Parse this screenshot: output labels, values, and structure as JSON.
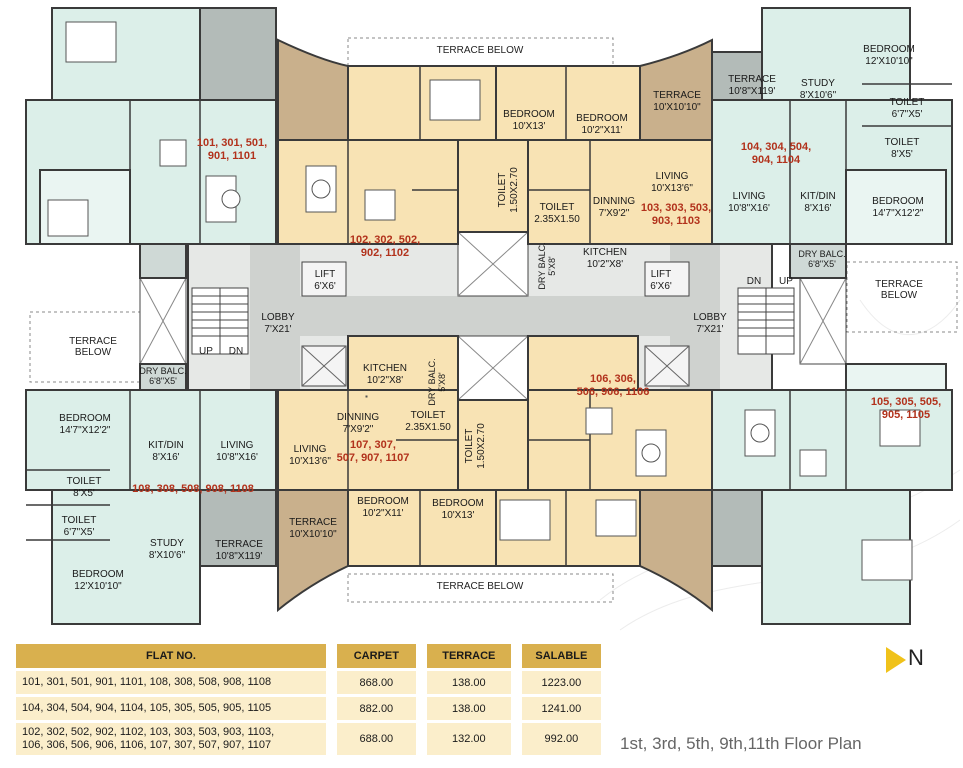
{
  "flats": {
    "f101": [
      "101, 301, 501,",
      "901, 1101"
    ],
    "f102": [
      "102, 302, 502,",
      "902, 1102"
    ],
    "f103": [
      "103, 303, 503,",
      "903, 1103"
    ],
    "f104": [
      "104, 304, 504,",
      "904, 1104"
    ],
    "f105": [
      "105, 305, 505,",
      "905, 1105"
    ],
    "f106": [
      "106, 306,",
      "506, 906, 1106"
    ],
    "f107": [
      "107, 307,",
      "507, 907, 1107"
    ],
    "f108": [
      "108, 308, 508, 908, 1108"
    ]
  },
  "rooms": {
    "bedroom_tl": {
      "name": "BEDROOM",
      "dim": "12'X10'10\""
    },
    "terrace_top_left": {
      "name": "TERRACE",
      "dim": "10'8\"X119'"
    },
    "study_tr": {
      "name": "STUDY",
      "dim": "8'X10'6\""
    },
    "toilet_tr1": {
      "name": "TOILET",
      "dim": "6'7\"X5'"
    },
    "toilet_tr2": {
      "name": "TOILET",
      "dim": "8'X5'"
    },
    "living_104": {
      "name": "LIVING",
      "dim": "10'8\"X16'"
    },
    "kitdin_104": {
      "name": "KIT/DIN",
      "dim": "8'X16'"
    },
    "bedroom_104": {
      "name": "BEDROOM",
      "dim": "14'7\"X12'2\""
    },
    "drybalc_104": {
      "name": "DRY BALC.",
      "dim": "6'8\"X5'"
    },
    "terrace_103": {
      "name": "TERRACE",
      "dim": "10'X10'10\""
    },
    "bedroom_103a": {
      "name": "BEDROOM",
      "dim": "10'X13'"
    },
    "bedroom_103b": {
      "name": "BEDROOM",
      "dim": "10'2\"X11'"
    },
    "living_103": {
      "name": "LIVING",
      "dim": "10'X13'6\""
    },
    "dinning_103": {
      "name": "DINNING",
      "dim": "7'X9'2\""
    },
    "toilet_103": {
      "name": "TOILET",
      "dim": "2.35X1.50"
    },
    "toilet_103v": {
      "name": "TOILET",
      "dim": "1.50X2.70"
    },
    "kitchen_103": {
      "name": "KITCHEN",
      "dim": "10'2\"X8'"
    },
    "drybalc_103": {
      "name": "DRY BALC.",
      "dim": "5'X8'"
    },
    "lift_left": {
      "name": "LIFT",
      "dim": "6'X6'"
    },
    "lift_right": {
      "name": "LIFT",
      "dim": "6'X6'"
    },
    "lobby_left": {
      "name": "LOBBY",
      "dim": "7'X21'"
    },
    "lobby_right": {
      "name": "LOBBY",
      "dim": "7'X21'"
    },
    "kitchen_107": {
      "name": "KITCHEN",
      "dim": "10'2\"X8'"
    },
    "drybalc_107": {
      "name": "DRY BALC.",
      "dim": "5'X8'"
    },
    "dinning_107": {
      "name": "DINNING",
      "dim": "7'X9'2\""
    },
    "toilet_107": {
      "name": "TOILET",
      "dim": "2.35X1.50"
    },
    "toilet_107v": {
      "name": "TOILET",
      "dim": "1.50X2.70"
    },
    "living_107": {
      "name": "LIVING",
      "dim": "10'X13'6\""
    },
    "bedroom_107a": {
      "name": "BEDROOM",
      "dim": "10'2\"X11'"
    },
    "bedroom_107b": {
      "name": "BEDROOM",
      "dim": "10'X13'"
    },
    "terrace_107": {
      "name": "TERRACE",
      "dim": "10'X10'10\""
    },
    "drybalc_108": {
      "name": "DRY BALC.",
      "dim": "6'8\"X5'"
    },
    "bedroom_108": {
      "name": "BEDROOM",
      "dim": "14'7\"X12'2\""
    },
    "kitdin_108": {
      "name": "KIT/DIN",
      "dim": "8'X16'"
    },
    "living_108": {
      "name": "LIVING",
      "dim": "10'8\"X16'"
    },
    "toilet_108a": {
      "name": "TOILET",
      "dim": "8'X5'"
    },
    "toilet_108b": {
      "name": "TOILET",
      "dim": "6'7\"X5'"
    },
    "study_108": {
      "name": "STUDY",
      "dim": "8'X10'6\""
    },
    "terrace_108": {
      "name": "TERRACE",
      "dim": "10'8\"X119'"
    },
    "bedroom_108b": {
      "name": "BEDROOM",
      "dim": "12'X10'10\""
    }
  },
  "labels": {
    "terrace_below_top": "TERRACE BELOW",
    "terrace_below_bottom": "TERRACE BELOW",
    "terrace_below_left": [
      "TERRACE",
      "BELOW"
    ],
    "terrace_below_right": [
      "TERRACE",
      "BELOW"
    ],
    "up": "UP",
    "dn": "DN"
  },
  "table": {
    "headers": [
      "FLAT NO.",
      "CARPET",
      "TERRACE",
      "SALABLE"
    ],
    "rows": [
      {
        "flats": "101, 301, 501, 901, 1101, 108, 308, 508, 908, 1108",
        "carpet": "868.00",
        "terrace": "138.00",
        "salable": "1223.00"
      },
      {
        "flats": "104, 304, 504, 904, 1104, 105, 305, 505, 905, 1105",
        "carpet": "882.00",
        "terrace": "138.00",
        "salable": "1241.00"
      },
      {
        "flats": "102, 302, 502, 902, 1102, 103, 303, 503, 903, 1103,",
        "flats2": "106, 306, 506, 906, 1106, 107, 307, 507, 907, 1107",
        "carpet": "688.00",
        "terrace": "132.00",
        "salable": "992.00"
      }
    ]
  },
  "caption": "1st, 3rd, 5th, 9th,11th Floor Plan",
  "north": "N",
  "colors": {
    "green_flat": "#dcefe9",
    "yellow_flat": "#f8e3b4",
    "terrace_tan": "#c9b08c",
    "terrace_grey": "#b3bbb8",
    "lobby_grey": "#cfd2cf",
    "wall": "#3a3a3a",
    "flat_number": "#b2321c",
    "table_header": "#d9b04e",
    "table_row": "#fbeecb",
    "north_arrow": "#f0c21a"
  }
}
